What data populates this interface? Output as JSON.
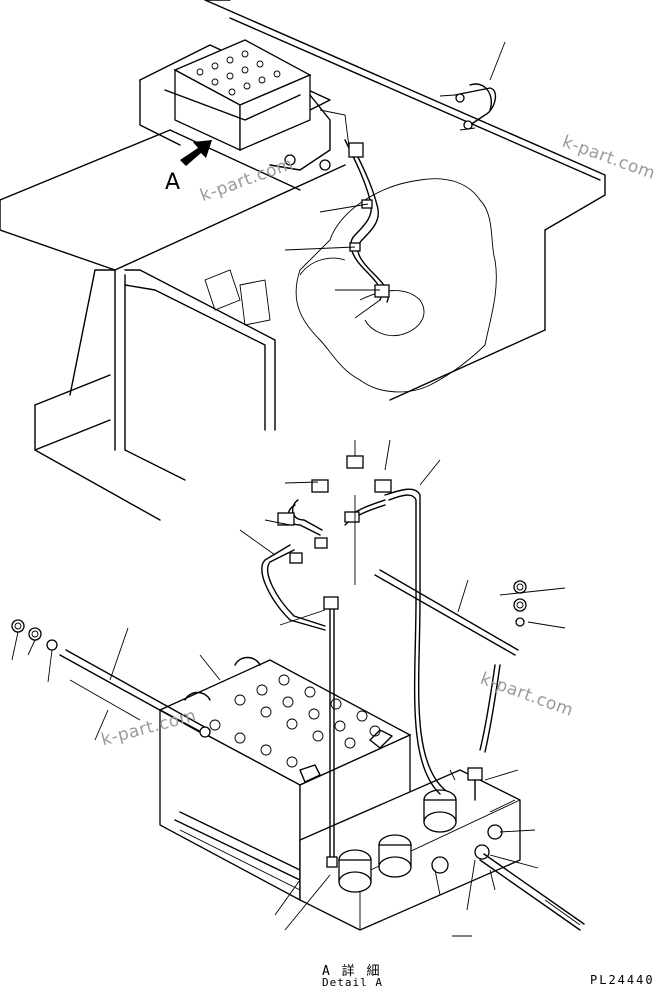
{
  "view_marker": "A",
  "watermark": "k-part.com",
  "detail_title_jp": "A 詳 細",
  "detail_title_en": "Detail A",
  "part_number": "PL24440"
}
